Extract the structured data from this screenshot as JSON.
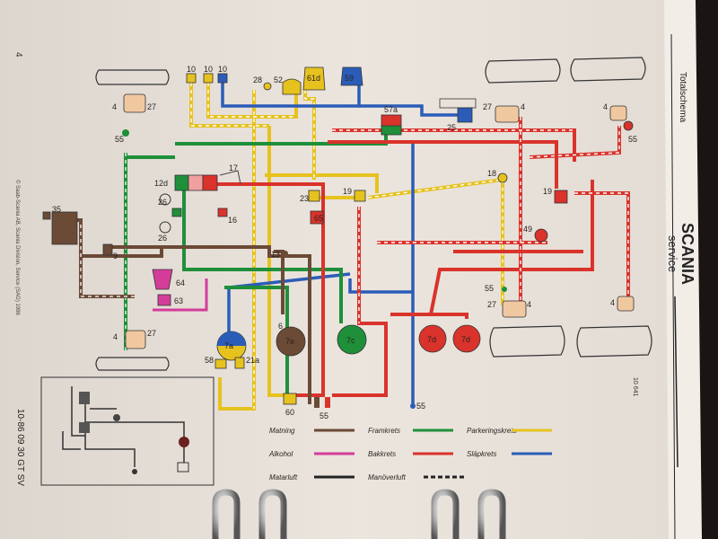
{
  "page": {
    "page_number": "4",
    "section_title": "Totalschema",
    "brand": "SCANIA",
    "brand_sub": "service",
    "side_footer": "© Saab-Scania AB, Scania Division, Service (SAG) 1986",
    "doc_code": "10-86 09 30 GT SV",
    "fig_number": "10 641"
  },
  "legend": {
    "items": [
      {
        "label": "Matning",
        "color": "#6b4a36",
        "style": "solid"
      },
      {
        "label": "Framkrets",
        "color": "#1f8f3a",
        "style": "solid"
      },
      {
        "label": "Parkeringskrets",
        "color": "#e6c21f",
        "style": "solid"
      },
      {
        "label": "Alkohol",
        "color": "#d43c9a",
        "style": "solid"
      },
      {
        "label": "Bakkrets",
        "color": "#d9332b",
        "style": "solid"
      },
      {
        "label": "Släpkrets",
        "color": "#2b5cb8",
        "style": "solid"
      },
      {
        "label": "Matarluft",
        "color": "#222222",
        "style": "solid"
      },
      {
        "label": "Manöverluft",
        "color": "#222222",
        "style": "dashed"
      }
    ]
  },
  "components": {
    "c10a": "10",
    "c10b": "10",
    "c10c": "10",
    "c28": "28",
    "c52": "52",
    "c61d": "61d",
    "c59": "59",
    "c57a": "57a",
    "c25": "25",
    "c27_fl": "27",
    "c4_fl": "4",
    "c55_fl": "55",
    "c27_fr": "27",
    "c4_fr": "4",
    "c4_tr": "4",
    "c55_tr": "55",
    "c12d": "12d",
    "c17": "17",
    "c26a": "26",
    "c26b": "26",
    "c16": "16",
    "c35": "35",
    "c9": "9",
    "c13": "13",
    "c64": "64",
    "c63": "63",
    "c23": "23",
    "c19a": "19",
    "c65": "65",
    "c18": "18",
    "c19b": "19",
    "c49": "49",
    "c55_mr": "55",
    "c27_rr": "27",
    "c4_rr": "4",
    "c4_br": "4",
    "c27_rl": "27",
    "c4_rl": "4",
    "c7a": "7a",
    "c7e": "7e",
    "c7c": "7c",
    "c7d1": "7d",
    "c7d2": "7d",
    "c6": "6",
    "c58": "58",
    "c21a": "21a",
    "c60": "60",
    "c55_b1": "55",
    "c55_b2": "55"
  }
}
